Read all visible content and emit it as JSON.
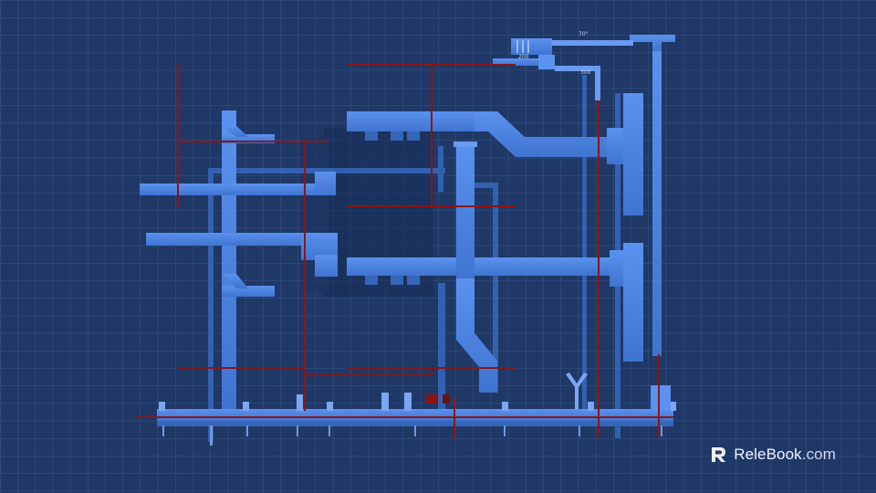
{
  "diagram": {
    "dimension_labels": {
      "top": "70°",
      "middle": "200",
      "lower": "300"
    }
  },
  "watermark": {
    "brand_text": "ReleBook",
    "domain_suffix": ".com",
    "icon": "relebook-logo-icon"
  },
  "colors": {
    "background": "#1e3764",
    "grid": "#3b5a92",
    "pipe": "#4f86e6",
    "pipe_dark": "#2e5ca8",
    "shadow": "#142a50",
    "redline": "#8a1a1a"
  }
}
